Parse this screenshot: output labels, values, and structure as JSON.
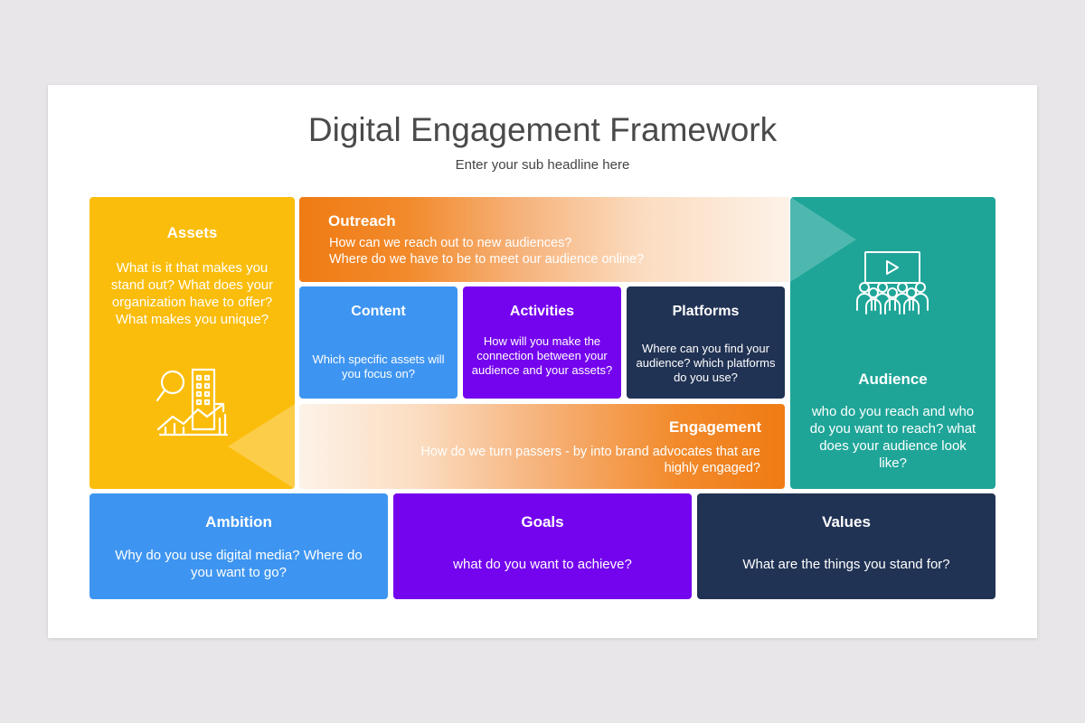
{
  "header": {
    "title": "Digital Engagement Framework",
    "subtitle": "Enter your sub headline here"
  },
  "assets": {
    "title": "Assets",
    "text": "What is it that makes you stand out? What does your organization have to offer? What makes you unique?",
    "icon": "building-search-chart-icon",
    "color": "#fbbd0b"
  },
  "outreach": {
    "title": "Outreach",
    "line1": "How can we reach out to new audiences?",
    "line2": "Where do we have to be to meet our audience online?",
    "color": "#f07b14"
  },
  "content": {
    "title": "Content",
    "text": "Which specific assets will you focus on?",
    "color": "#3e95f1"
  },
  "activities": {
    "title": "Activities",
    "text": "How will you make the connection between your audience and your assets?",
    "color": "#7403ee"
  },
  "platforms": {
    "title": "Platforms",
    "text": "Where can you find your audience? which platforms do you use?",
    "color": "#213354"
  },
  "engagement": {
    "title": "Engagement",
    "text": "How do we turn passers - by into brand advocates that are highly engaged?",
    "color": "#f07b14"
  },
  "audience": {
    "title": "Audience",
    "text": "who do you reach and who do you want to reach? what does your audience look like?",
    "icon": "audience-presentation-icon",
    "color": "#1ea598"
  },
  "ambition": {
    "title": "Ambition",
    "text": "Why do you use digital media? Where do you want to go?",
    "color": "#3e95f1"
  },
  "goals": {
    "title": "Goals",
    "text": "what do you want to achieve?",
    "color": "#7403ee"
  },
  "values": {
    "title": "Values",
    "text": "What are the things you stand for?",
    "color": "#213354"
  }
}
